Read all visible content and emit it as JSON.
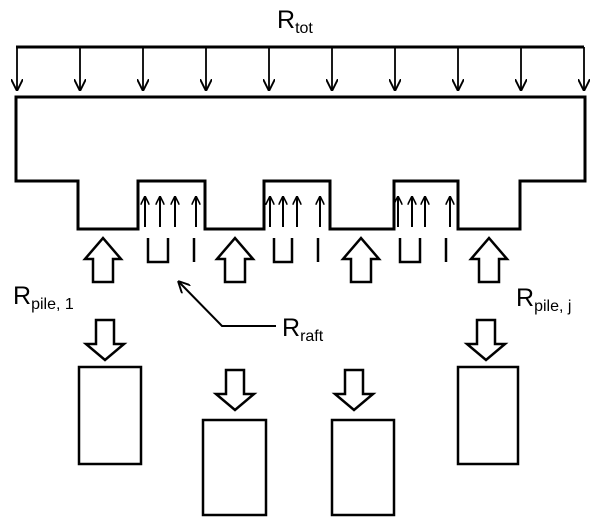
{
  "labels": {
    "total_load": {
      "main": "R",
      "sub": "tot"
    },
    "pile_first": {
      "main": "R",
      "sub": "pile, 1"
    },
    "pile_last": {
      "main": "R",
      "sub": "pile, j"
    },
    "raft": {
      "main": "R",
      "sub": "raft"
    }
  },
  "colors": {
    "stroke": "#000000",
    "fill": "#ffffff"
  }
}
